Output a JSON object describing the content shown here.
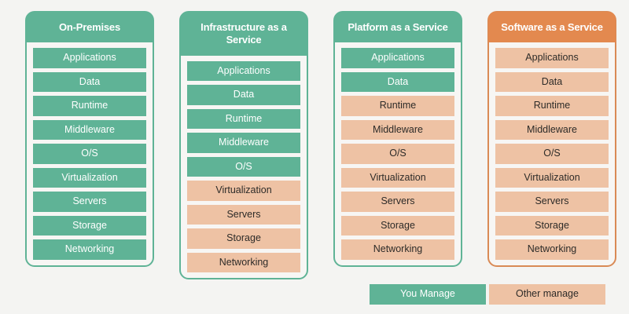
{
  "theme": {
    "background": "#f4f4f2",
    "green": "#5fb396",
    "peach": "#eec2a4",
    "orange_header": "#e3894f",
    "green_text": "#ffffff",
    "peach_text": "#2d2b28"
  },
  "columns": [
    {
      "title": "On-Premises",
      "header_style": "green",
      "border": "green",
      "rows": [
        {
          "label": "Applications",
          "owner": "you"
        },
        {
          "label": "Data",
          "owner": "you"
        },
        {
          "label": "Runtime",
          "owner": "you"
        },
        {
          "label": "Middleware",
          "owner": "you"
        },
        {
          "label": "O/S",
          "owner": "you"
        },
        {
          "label": "Virtualization",
          "owner": "you"
        },
        {
          "label": "Servers",
          "owner": "you"
        },
        {
          "label": "Storage",
          "owner": "you"
        },
        {
          "label": "Networking",
          "owner": "you"
        }
      ]
    },
    {
      "title": "Infrastructure as a Service",
      "header_style": "green",
      "border": "green",
      "rows": [
        {
          "label": "Applications",
          "owner": "you"
        },
        {
          "label": "Data",
          "owner": "you"
        },
        {
          "label": "Runtime",
          "owner": "you"
        },
        {
          "label": "Middleware",
          "owner": "you"
        },
        {
          "label": "O/S",
          "owner": "you"
        },
        {
          "label": "Virtualization",
          "owner": "other"
        },
        {
          "label": "Servers",
          "owner": "other"
        },
        {
          "label": "Storage",
          "owner": "other"
        },
        {
          "label": "Networking",
          "owner": "other"
        }
      ]
    },
    {
      "title": "Platform as a Service",
      "header_style": "green",
      "border": "green",
      "rows": [
        {
          "label": "Applications",
          "owner": "you"
        },
        {
          "label": "Data",
          "owner": "you"
        },
        {
          "label": "Runtime",
          "owner": "other"
        },
        {
          "label": "Middleware",
          "owner": "other"
        },
        {
          "label": "O/S",
          "owner": "other"
        },
        {
          "label": "Virtualization",
          "owner": "other"
        },
        {
          "label": "Servers",
          "owner": "other"
        },
        {
          "label": "Storage",
          "owner": "other"
        },
        {
          "label": "Networking",
          "owner": "other"
        }
      ]
    },
    {
      "title": "Software as a Service",
      "header_style": "orange",
      "border": "orange",
      "rows": [
        {
          "label": "Applications",
          "owner": "other"
        },
        {
          "label": "Data",
          "owner": "other"
        },
        {
          "label": "Runtime",
          "owner": "other"
        },
        {
          "label": "Middleware",
          "owner": "other"
        },
        {
          "label": "O/S",
          "owner": "other"
        },
        {
          "label": "Virtualization",
          "owner": "other"
        },
        {
          "label": "Servers",
          "owner": "other"
        },
        {
          "label": "Storage",
          "owner": "other"
        },
        {
          "label": "Networking",
          "owner": "other"
        }
      ]
    }
  ],
  "legend": [
    {
      "label": "You Manage",
      "owner": "you"
    },
    {
      "label": "Other manage",
      "owner": "other"
    }
  ]
}
